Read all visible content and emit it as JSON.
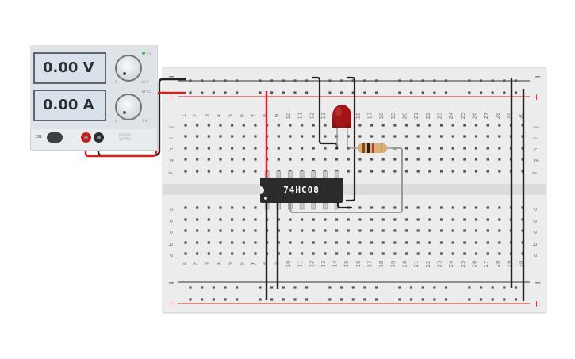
{
  "power_supply": {
    "voltage_display": "0.00 V",
    "current_display": "0.00 A",
    "on_label": "ON",
    "voltage_knob_min": "0",
    "voltage_knob_max": "30 V",
    "current_knob_min": "0",
    "current_knob_max": "5 A",
    "cv_label": "CV",
    "cc_label": "CC",
    "brand_line1": "POWER",
    "brand_line2": "SUPPLY"
  },
  "breadboard": {
    "columns": [
      "1",
      "2",
      "3",
      "4",
      "5",
      "6",
      "7",
      "8",
      "9",
      "10",
      "11",
      "12",
      "13",
      "14",
      "15",
      "16",
      "17",
      "18",
      "19",
      "20",
      "21",
      "22",
      "23",
      "24",
      "25",
      "26",
      "27",
      "28",
      "29",
      "30"
    ],
    "rows_top": [
      "j",
      "i",
      "h",
      "g",
      "f"
    ],
    "rows_bottom": [
      "e",
      "d",
      "c",
      "b",
      "a"
    ],
    "rail_minus": "−",
    "rail_plus": "+"
  },
  "chip": {
    "label": "74HC08"
  },
  "colors": {
    "wire_red": "#d62020",
    "wire_black": "#222222",
    "wire_gray": "#9a9a9a",
    "led_red": "#a01010",
    "rail_red": "#d62020",
    "rail_blue": "#222222"
  },
  "icons": [
    "knob-icon",
    "led-icon",
    "resistor-icon",
    "ic-chip-icon"
  ]
}
